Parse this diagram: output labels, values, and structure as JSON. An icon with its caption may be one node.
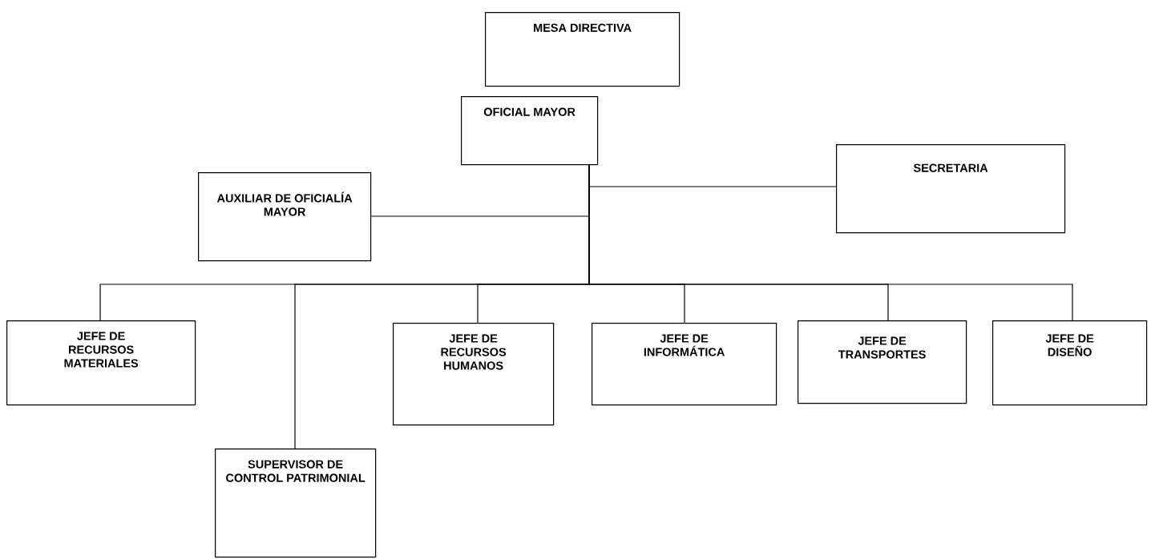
{
  "diagram": {
    "nodes": [
      {
        "text": [
          "MESA DIRECTIVA"
        ]
      },
      {
        "text": [
          "OFICIAL MAYOR"
        ]
      },
      {
        "text": [
          "SECRETARIA"
        ]
      },
      {
        "text": [
          "AUXILIAR DE OFICIALÍA MAYOR"
        ]
      },
      {
        "text": [
          "JEFE DE RECURSOS MATERIALES"
        ]
      },
      {
        "text": [
          "SUPERVISOR DE CONTROL PATRIMONIAL"
        ]
      },
      {
        "text": [
          "JEFE DE RECURSOS HUMANOS"
        ]
      },
      {
        "text": [
          "JEFE DE INFORMÁTICA"
        ]
      },
      {
        "text": [
          "JEFE DE TRANSPORTES"
        ]
      },
      {
        "text": [
          "JEFE DE DISEÑO"
        ]
      }
    ],
    "edges": [
      {
        "from": 1,
        "to": 2,
        "arrow": "none"
      },
      {
        "from": 1,
        "to": 3,
        "arrow": "none"
      },
      {
        "from": 1,
        "to": 4,
        "arrow": "none"
      },
      {
        "from": 1,
        "to": 5,
        "arrow": "none"
      },
      {
        "from": 1,
        "to": 6,
        "arrow": "none"
      },
      {
        "from": 1,
        "to": 7,
        "arrow": "none"
      },
      {
        "from": 1,
        "to": 8,
        "arrow": "none"
      },
      {
        "from": 1,
        "to": 9,
        "arrow": "none"
      }
    ]
  }
}
